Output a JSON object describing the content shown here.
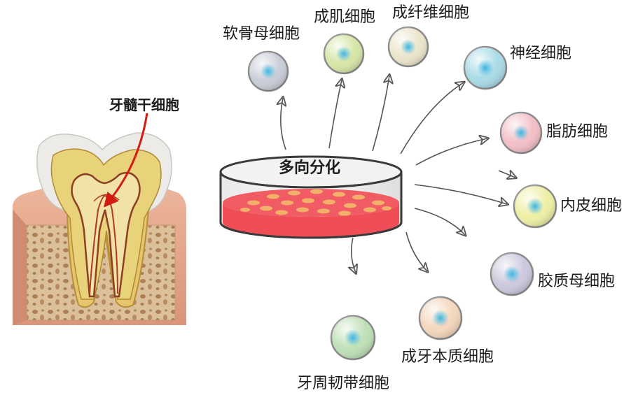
{
  "diagram": {
    "tooth_label": "牙髓干细胞",
    "dish_label": "多向分化",
    "cells": [
      {
        "id": "chondrocyte",
        "label": "软骨母细胞",
        "color": "#c9cdd8"
      },
      {
        "id": "myoblast",
        "label": "成肌细胞",
        "color": "#d6e6a6"
      },
      {
        "id": "fibroblast",
        "label": "成纤维细胞",
        "color": "#ece5cc"
      },
      {
        "id": "neuron",
        "label": "神经细胞",
        "color": "#a9dbe6"
      },
      {
        "id": "adipocyte",
        "label": "脂肪细胞",
        "color": "#f3bfc6"
      },
      {
        "id": "endothelial",
        "label": "内皮细胞",
        "color": "#eeefa4"
      },
      {
        "id": "glioblast",
        "label": "胶质母细胞",
        "color": "#cdc8dd"
      },
      {
        "id": "odontoblast",
        "label": "成牙本质细胞",
        "color": "#f4d7bd"
      },
      {
        "id": "periodontal",
        "label": "牙周韧带细胞",
        "color": "#bfe0b7"
      }
    ],
    "colors": {
      "dish_medium": "#f04e56",
      "tooth_enamel": "#ecebe7",
      "gum": "#e2a68d",
      "bone": "#d9b98f",
      "pulp": "#8c3f23",
      "arrow": "#5a5a5a",
      "nucleus": "#5cc6e6",
      "pointer_arrow": "#d21b12"
    }
  }
}
